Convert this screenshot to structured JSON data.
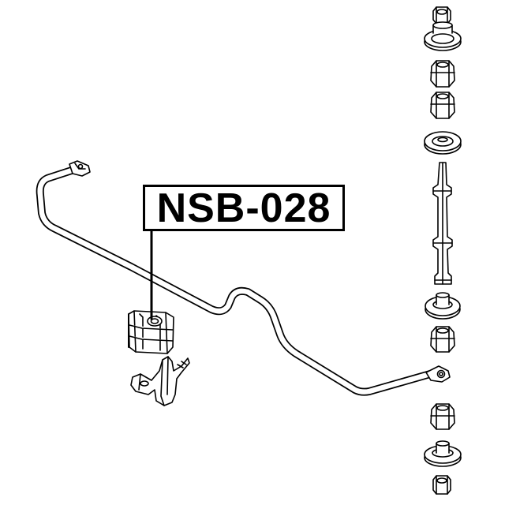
{
  "part_number": "NSB-028",
  "colors": {
    "ink": "#000000",
    "paper": "#ffffff"
  },
  "components": [
    "stabilizer-bar",
    "stabilizer-bushing",
    "bushing-bracket",
    "end-link-nut-top",
    "end-link-washer-top",
    "end-link-bushing-upper-1",
    "end-link-bushing-upper-2",
    "end-link-washer-2",
    "end-link-bolt",
    "end-link-washer-3",
    "end-link-bushing-lower-1",
    "end-link-bushing-lower-2",
    "end-link-washer-bottom",
    "end-link-nut-bottom"
  ]
}
